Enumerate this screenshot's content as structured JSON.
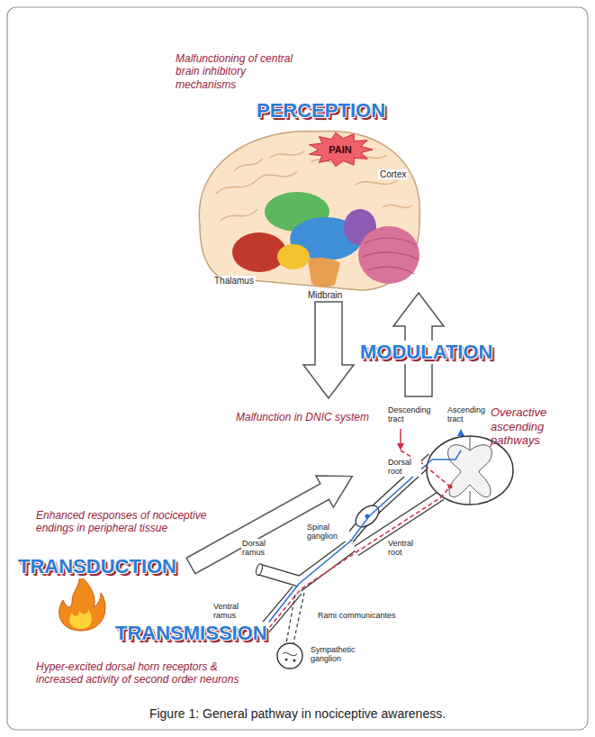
{
  "diagram": {
    "caption": "Figure 1: General pathway in nociceptive awareness.",
    "nodes": [
      {
        "text": [
          "PAIN"
        ]
      }
    ],
    "labels": [
      "Malfunctioning of central brain inhibitory mechanisms",
      "PERCEPTION",
      "Cortex",
      "Thalamus",
      "Midbrain",
      "MODULATION",
      "Malfunction in DNIC system",
      "Descending tract",
      "Ascending tract",
      "Overactive ascending pathways",
      "Dorsal root",
      "Enhanced responses of nociceptive endings in peripheral tissue",
      "Spinal ganglion",
      "Dorsal ramus",
      "TRANSDUCTION",
      "Ventral ramus",
      "Ventral root",
      "Rami communicantes",
      "Sympathetic ganglion",
      "TRANSMISSION",
      "Hyper-excited dorsal horn receptors & increased activity of second order neurons"
    ]
  }
}
